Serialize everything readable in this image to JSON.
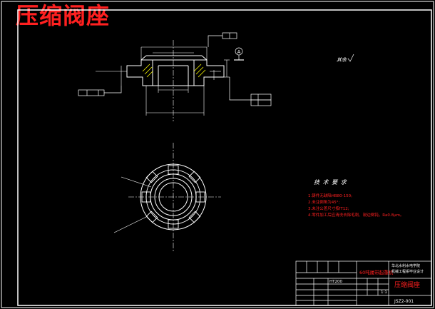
{
  "title": "压缩阀座",
  "colors": {
    "background": "#000000",
    "line": "#ffffff",
    "red": "#ff2020",
    "yellow": "#ffff00",
    "cyan": "#00ffff"
  },
  "roughness_note": "其余",
  "datum_label": "A",
  "tech_requirements": {
    "heading": "技 术 要 求",
    "items": [
      "1.铸件无缺陷HB80-150;",
      "2.未注倒角为45°;",
      "3.未注公差尺寸按IT12;",
      "4.零件加工后应清洗去除毛刺、锐边倒钝，Ra0.8μm。"
    ]
  },
  "title_block": {
    "school": "华北水利水电学院",
    "dept": "机械工程系毕业设计",
    "part_name": "压缩阀座",
    "project": "60吨履带起重机",
    "material": "HT200",
    "scale": "1:1",
    "drawing_no": "JSZ2-001"
  }
}
